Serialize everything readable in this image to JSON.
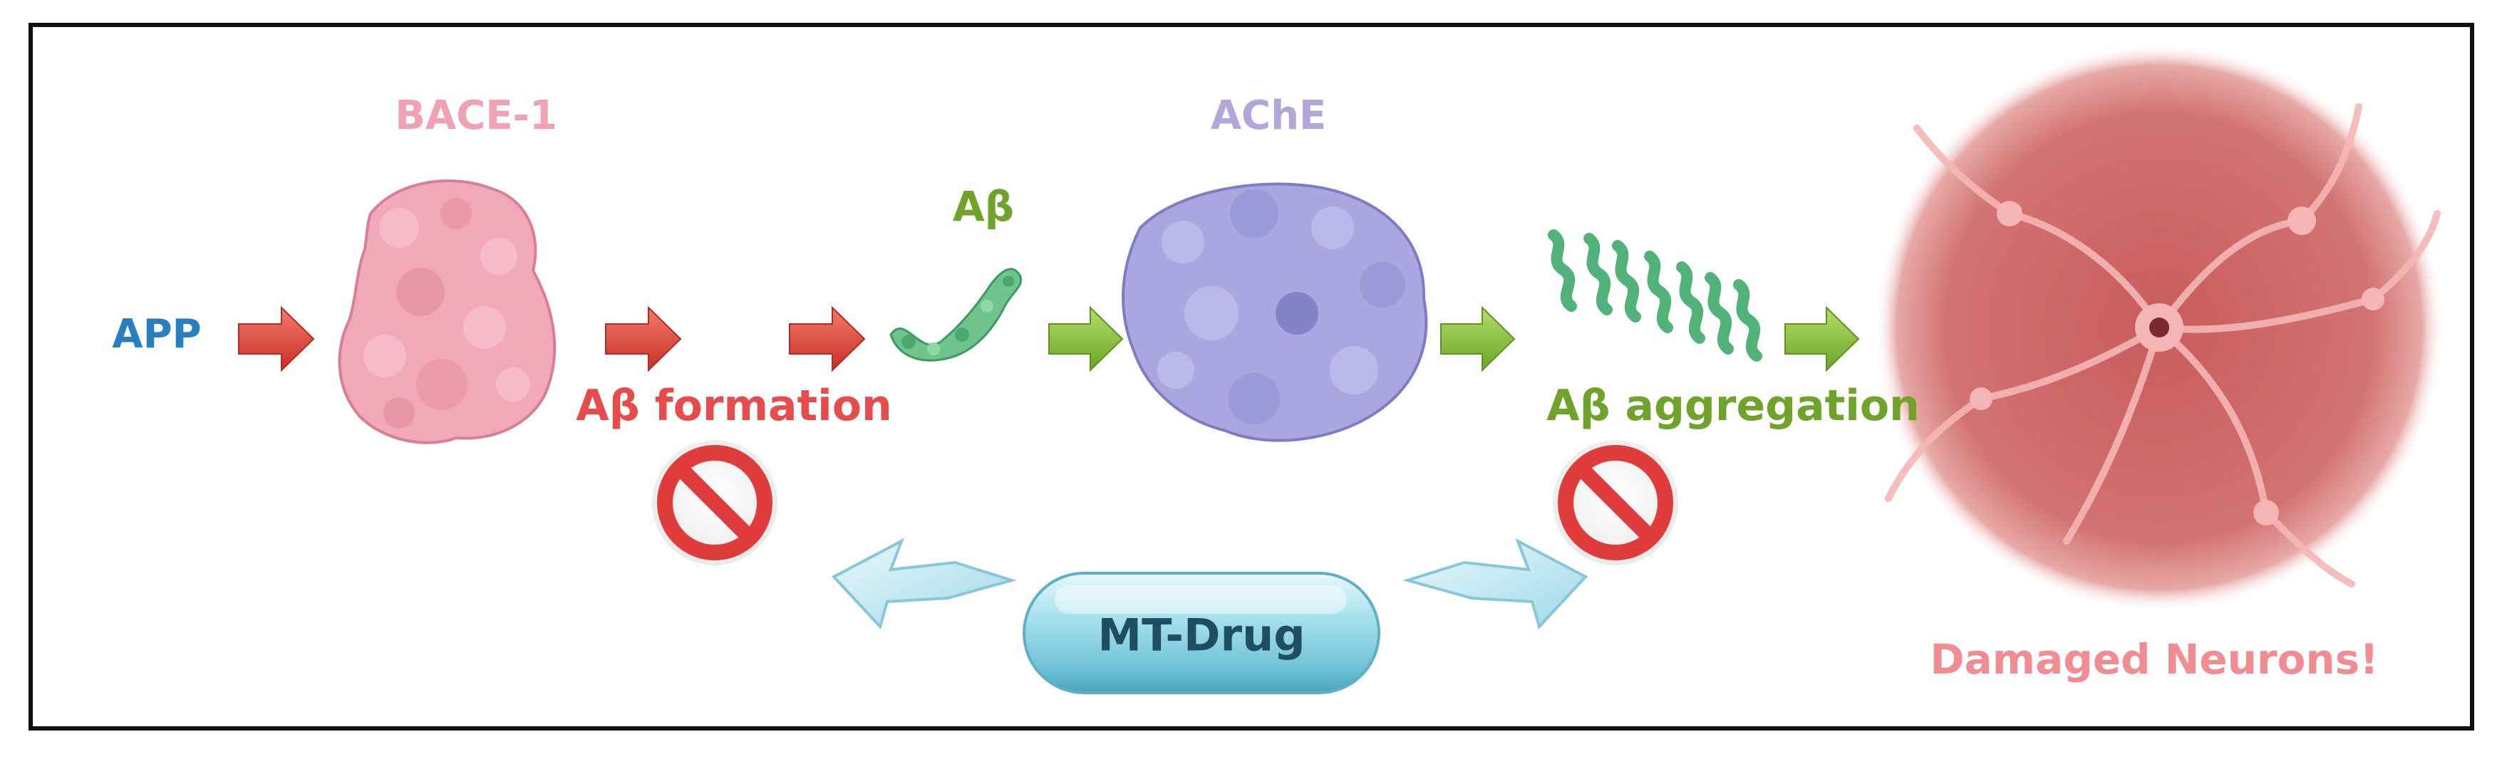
{
  "labels": {
    "app": "APP",
    "bace": "BACE-1",
    "ache": "AChE",
    "abeta": "Aβ",
    "abeta_formation": "Aβ formation",
    "abeta_aggregation": "Aβ aggregation",
    "drug": "MT-Drug",
    "neurons": "Damaged Neurons!"
  },
  "colors": {
    "app": "#2a7fc0",
    "bace": "#f0a2b2",
    "ache": "#b3a6d8",
    "green": "#6fa32a",
    "red_text": "#e84b4b",
    "neuron_text": "#f08c92",
    "red_arrow": "#e8463a",
    "green_arrow": "#8cc63f",
    "light_arrow": "#bfe8f2",
    "pill": "#8fd3e3",
    "ban": "#e03c3c",
    "neuron_bg": "#d4706e"
  },
  "icons": {
    "inhibit_1": "prohibited-icon",
    "inhibit_2": "prohibited-icon",
    "protein_bace": "bace1-protein-surface",
    "protein_ache": "ache-protein-surface",
    "peptide": "abeta-peptide",
    "aggregate": "abeta-aggregates",
    "neurons": "damaged-neurons-image"
  }
}
